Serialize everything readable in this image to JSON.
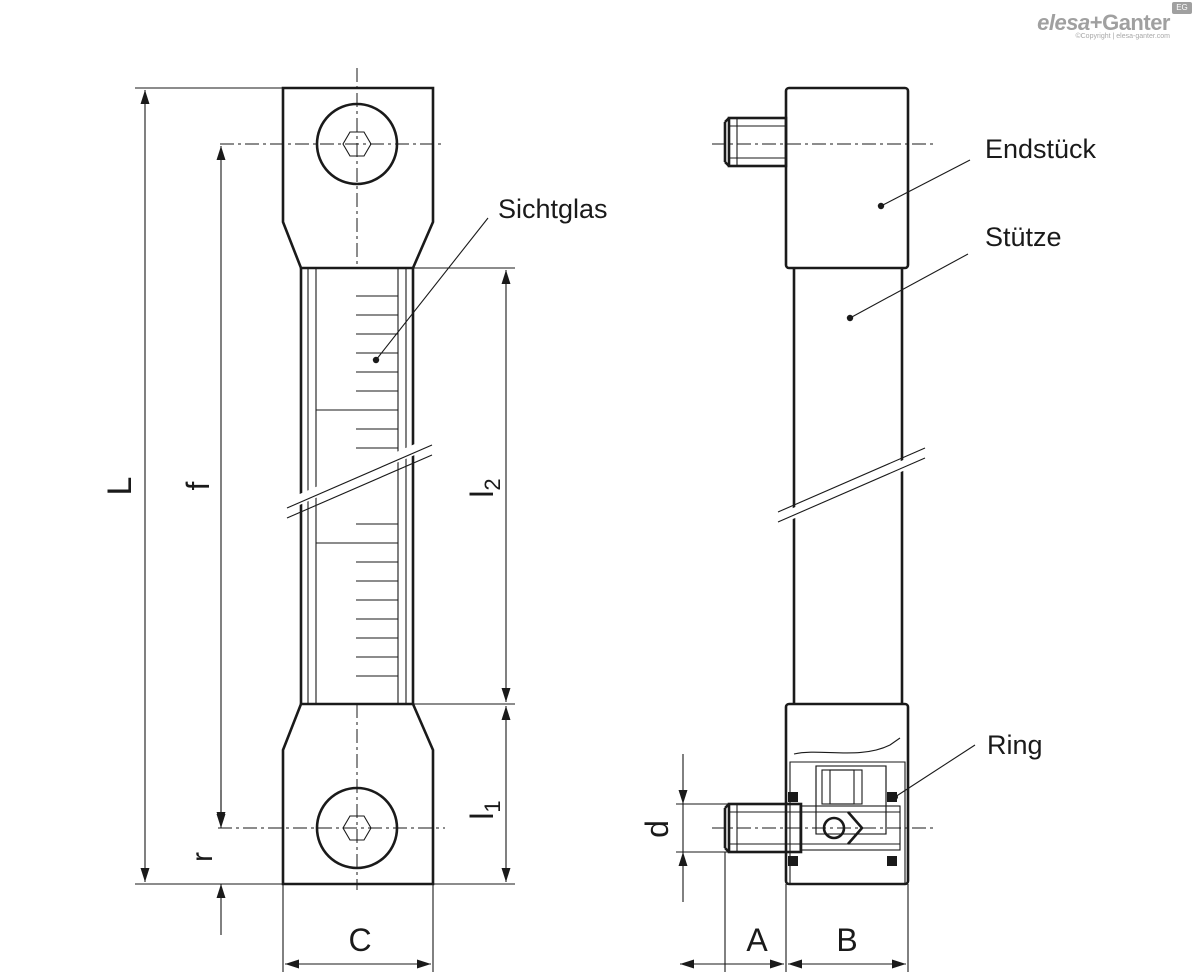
{
  "logo": {
    "brand_left": "elesa",
    "brand_sep": "+",
    "brand_right": "Ganter",
    "badge": "EG",
    "copyright": "©Copyright | elesa-ganter.com",
    "color": "#a0a0a0"
  },
  "labels": {
    "sight_glass": "Sichtglas",
    "end_piece": "Endstück",
    "support": "Stütze",
    "ring": "Ring"
  },
  "dimensions": {
    "L": "L",
    "f": "f",
    "l2": "l",
    "l2_sub": "2",
    "l1": "l",
    "l1_sub": "1",
    "r": "r",
    "C": "C",
    "d": "d",
    "A": "A",
    "B": "B"
  },
  "colors": {
    "line": "#1a1a1a",
    "background": "#ffffff"
  }
}
